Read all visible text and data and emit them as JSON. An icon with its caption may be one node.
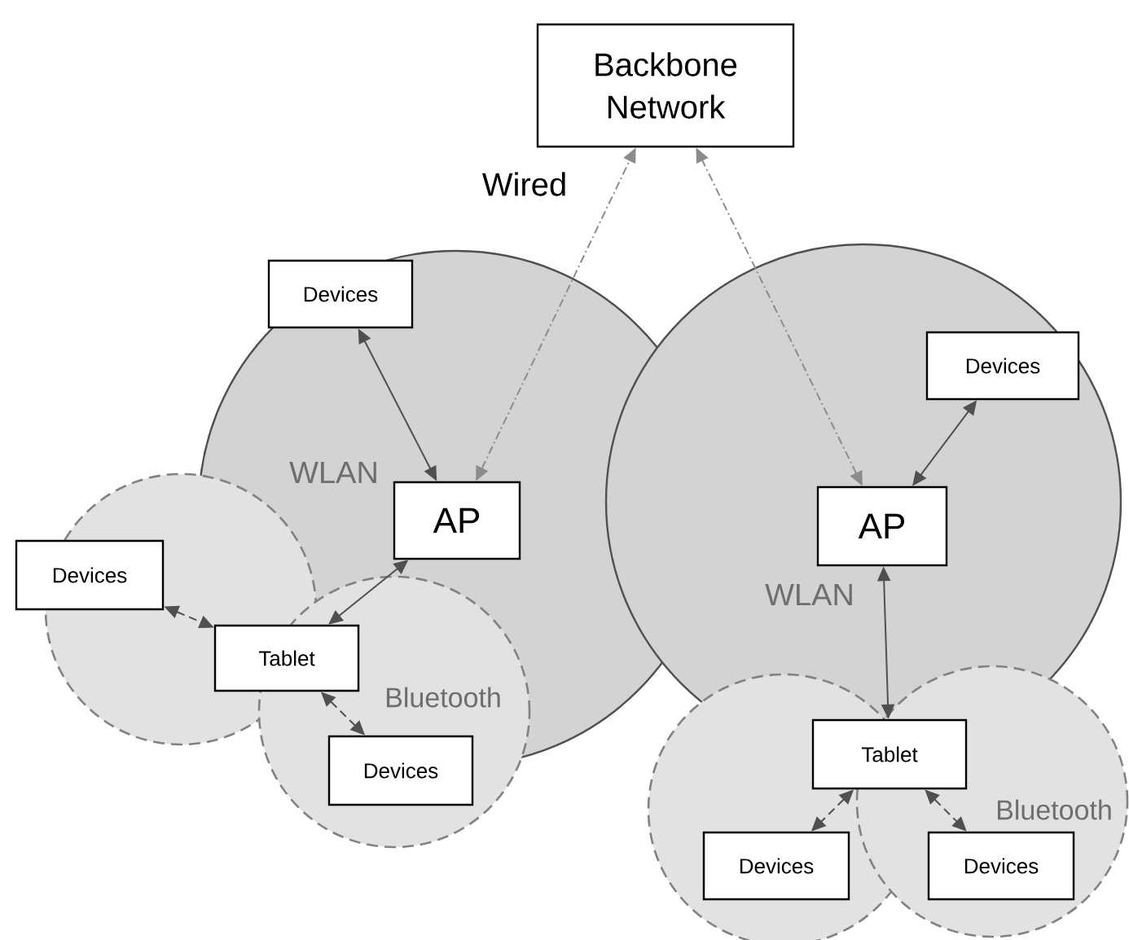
{
  "diagram": {
    "nodes": [
      {
        "text": [
          "Backbone Network"
        ]
      },
      {
        "text": [
          "Devices"
        ]
      },
      {
        "text": [
          "AP"
        ]
      },
      {
        "text": [
          "Devices"
        ]
      },
      {
        "text": [
          "AP"
        ]
      },
      {
        "text": [
          "Devices"
        ]
      },
      {
        "text": [
          "Tablet"
        ]
      },
      {
        "text": [
          "Devices"
        ]
      },
      {
        "text": [
          "Tablet"
        ]
      },
      {
        "text": [
          "Devices"
        ]
      },
      {
        "text": [
          "Devices"
        ]
      }
    ],
    "edges": [
      {
        "from": 2,
        "to": 0,
        "arrow": "both",
        "style": "dashed"
      },
      {
        "from": 4,
        "to": 0,
        "arrow": "both",
        "style": "dashed"
      },
      {
        "from": 1,
        "to": 2,
        "arrow": "both"
      },
      {
        "from": 3,
        "to": 4,
        "arrow": "both"
      },
      {
        "from": 2,
        "to": 6,
        "arrow": "both"
      },
      {
        "from": 5,
        "to": 6,
        "arrow": "both",
        "style": "dashed"
      },
      {
        "from": 6,
        "to": 7,
        "arrow": "both",
        "style": "dashed"
      },
      {
        "from": 4,
        "to": 8,
        "arrow": "both"
      },
      {
        "from": 8,
        "to": 9,
        "arrow": "both",
        "style": "dashed"
      },
      {
        "from": 8,
        "to": 10,
        "arrow": "both",
        "style": "dashed"
      }
    ],
    "labels": [
      "Wired",
      "WLAN",
      "Bluetooth",
      "WLAN",
      "Bluetooth"
    ]
  }
}
